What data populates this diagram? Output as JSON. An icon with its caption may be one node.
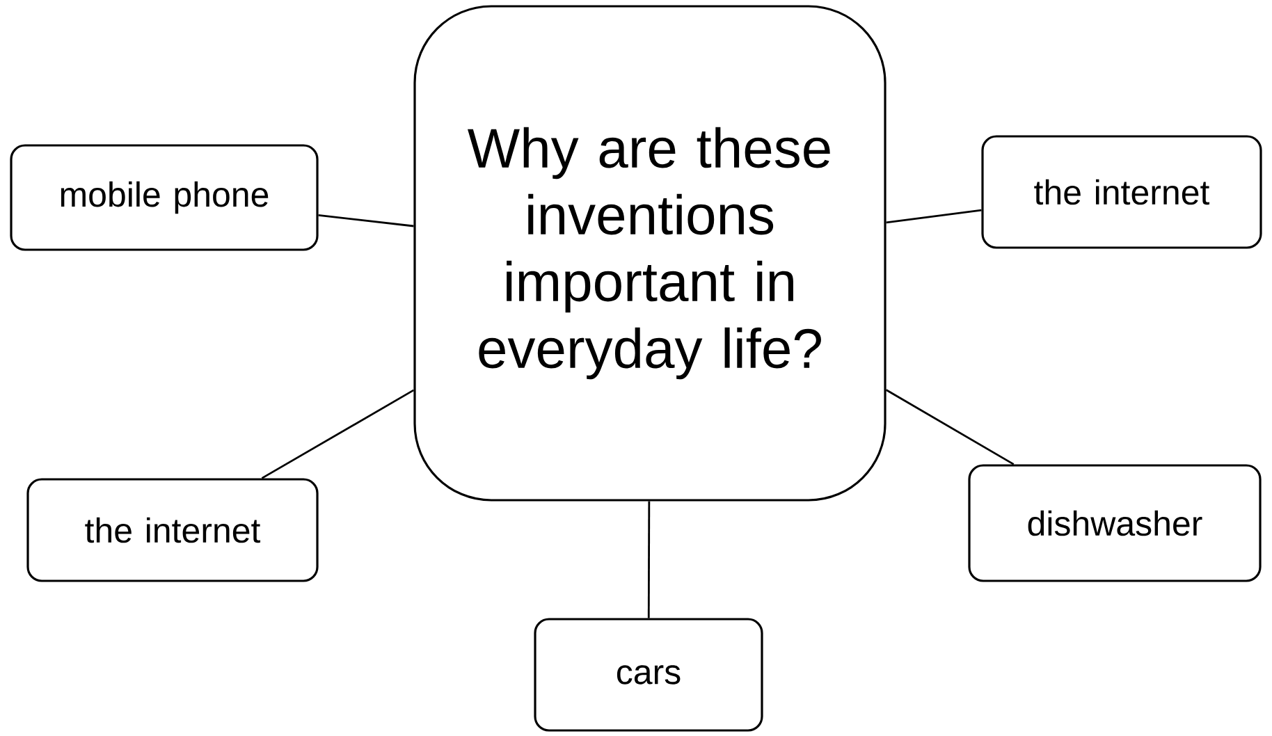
{
  "diagram": {
    "nodes": [
      {
        "text": [
          "Why are these inventions important in everyday life?"
        ]
      },
      {
        "text": [
          "mobile phone"
        ]
      },
      {
        "text": [
          "the internet"
        ]
      },
      {
        "text": [
          "the internet"
        ]
      },
      {
        "text": [
          "dishwasher"
        ]
      },
      {
        "text": [
          "cars"
        ]
      }
    ],
    "edges": [
      {
        "from": 0,
        "to": 1,
        "arrow": "none"
      },
      {
        "from": 0,
        "to": 2,
        "arrow": "none"
      },
      {
        "from": 0,
        "to": 3,
        "arrow": "none"
      },
      {
        "from": 0,
        "to": 4,
        "arrow": "none"
      },
      {
        "from": 0,
        "to": 5,
        "arrow": "none"
      }
    ]
  }
}
